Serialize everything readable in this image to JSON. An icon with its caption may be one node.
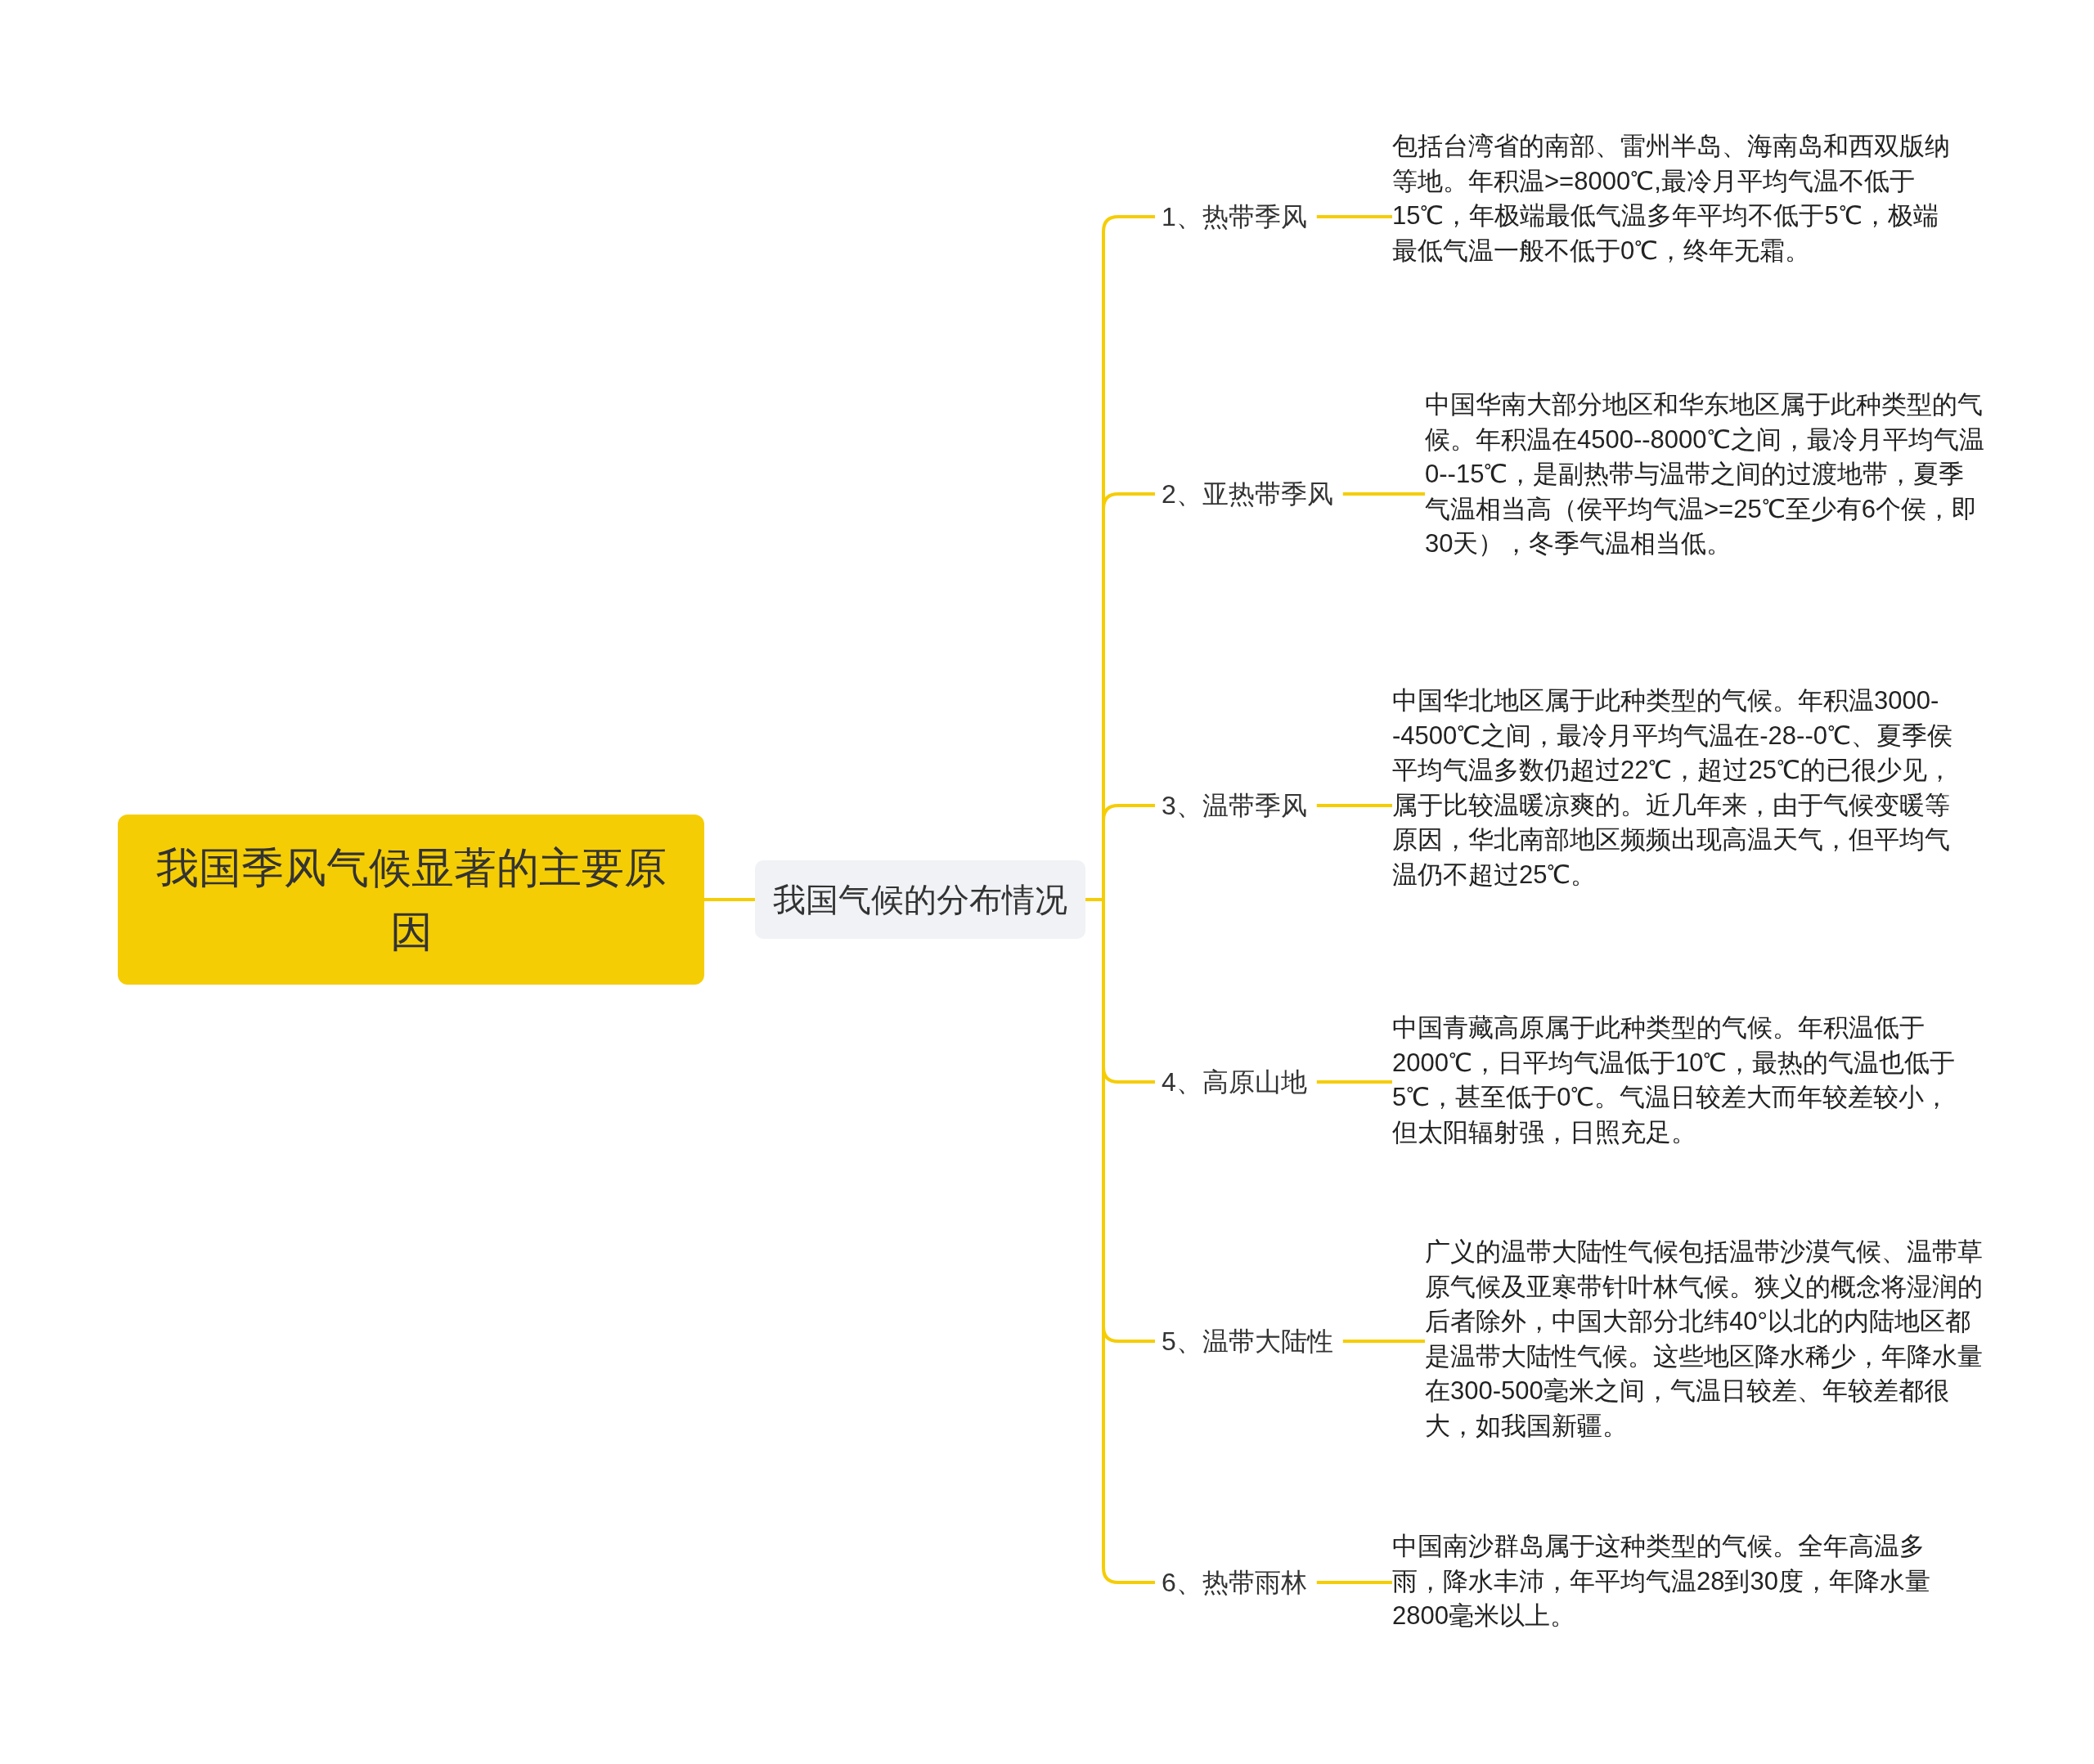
{
  "diagram": {
    "nodes": [
      {
        "text": [
          "我国季风气候显著的主要原因"
        ]
      },
      {
        "text": [
          "我国气候的分布情况"
        ]
      },
      {
        "text": [
          "1、热带季风"
        ]
      },
      {
        "text": [
          "2、亚热带季风"
        ]
      },
      {
        "text": [
          "3、温带季风"
        ]
      },
      {
        "text": [
          "4、高原山地"
        ]
      },
      {
        "text": [
          "5、温带大陆性"
        ]
      },
      {
        "text": [
          "6、热带雨林"
        ]
      },
      {
        "text": [
          "包括台湾省的南部、雷州半岛、海南岛和西双版纳等地。年积温>=8000℃,最冷月平均气温不低于15℃，年极端最低气温多年平均不低于5℃，极端最低气温一般不低于0℃，终年无霜。"
        ]
      },
      {
        "text": [
          "中国华南大部分地区和华东地区属于此种类型的气候。年积温在4500--8000℃之间，最冷月平均气温0--15℃，是副热带与温带之间的过渡地带，夏季气温相当高（侯平均气温>=25℃至少有6个侯，即30天），冬季气温相当低。"
        ]
      },
      {
        "text": [
          "中国华北地区属于此种类型的气候。年积温3000--4500℃之间，最冷月平均气温在-28--0℃、夏季侯平均气温多数仍超过22℃，超过25℃的已很少见，属于比较温暖凉爽的。近几年来，由于气候变暖等原因，华北南部地区频频出现高温天气，但平均气温仍不超过25℃。"
        ]
      },
      {
        "text": [
          "中国青藏高原属于此种类型的气候。年积温低于2000℃，日平均气温低于10℃，最热的气温也低于5℃，甚至低于0℃。气温日较差大而年较差较小，但太阳辐射强，日照充足。"
        ]
      },
      {
        "text": [
          "广义的温带大陆性气候包括温带沙漠气候、温带草原气候及亚寒带针叶林气候。狭义的概念将湿润的后者除外，中国大部分北纬40°以北的内陆地区都是温带大陆性气候。这些地区降水稀少，年降水量在300-500毫米之间，气温日较差、年较差都很大，如我国新疆。"
        ]
      },
      {
        "text": [
          "中国南沙群岛属于这种类型的气候。全年高温多雨，降水丰沛，年平均气温28到30度，年降水量2800毫米以上。"
        ]
      }
    ],
    "edges": [
      {
        "from": 0,
        "to": 1,
        "arrow": "none"
      },
      {
        "from": 1,
        "to": 2,
        "arrow": "none"
      },
      {
        "from": 1,
        "to": 3,
        "arrow": "none"
      },
      {
        "from": 1,
        "to": 4,
        "arrow": "none"
      },
      {
        "from": 1,
        "to": 5,
        "arrow": "none"
      },
      {
        "from": 1,
        "to": 6,
        "arrow": "none"
      },
      {
        "from": 1,
        "to": 7,
        "arrow": "none"
      },
      {
        "from": 2,
        "to": 8,
        "arrow": "none"
      },
      {
        "from": 3,
        "to": 9,
        "arrow": "none"
      },
      {
        "from": 4,
        "to": 10,
        "arrow": "none"
      },
      {
        "from": 5,
        "to": 11,
        "arrow": "none"
      },
      {
        "from": 6,
        "to": 12,
        "arrow": "none"
      },
      {
        "from": 7,
        "to": 13,
        "arrow": "none"
      }
    ]
  }
}
